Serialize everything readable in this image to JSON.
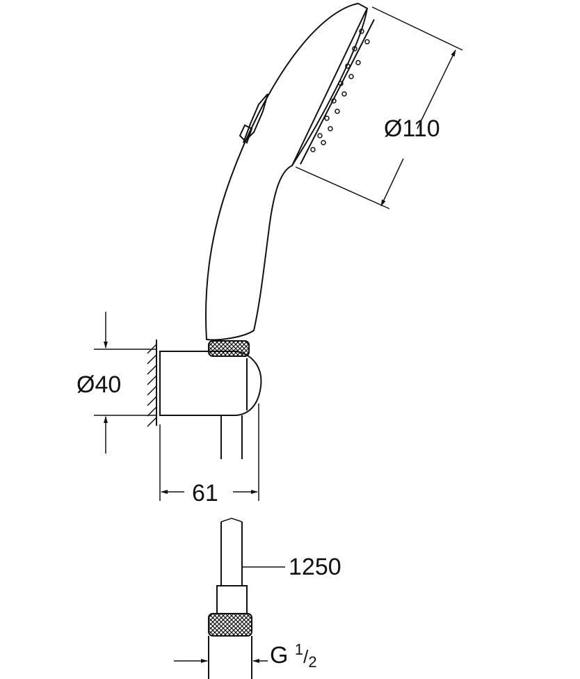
{
  "dimensions": {
    "head_diameter": "Ø110",
    "holder_diameter": "Ø40",
    "holder_depth": "61",
    "hose_length": "1250",
    "thread": {
      "prefix": "G",
      "numerator": "1",
      "denominator": "2"
    }
  },
  "colors": {
    "line": "#111111",
    "background": "#ffffff"
  }
}
